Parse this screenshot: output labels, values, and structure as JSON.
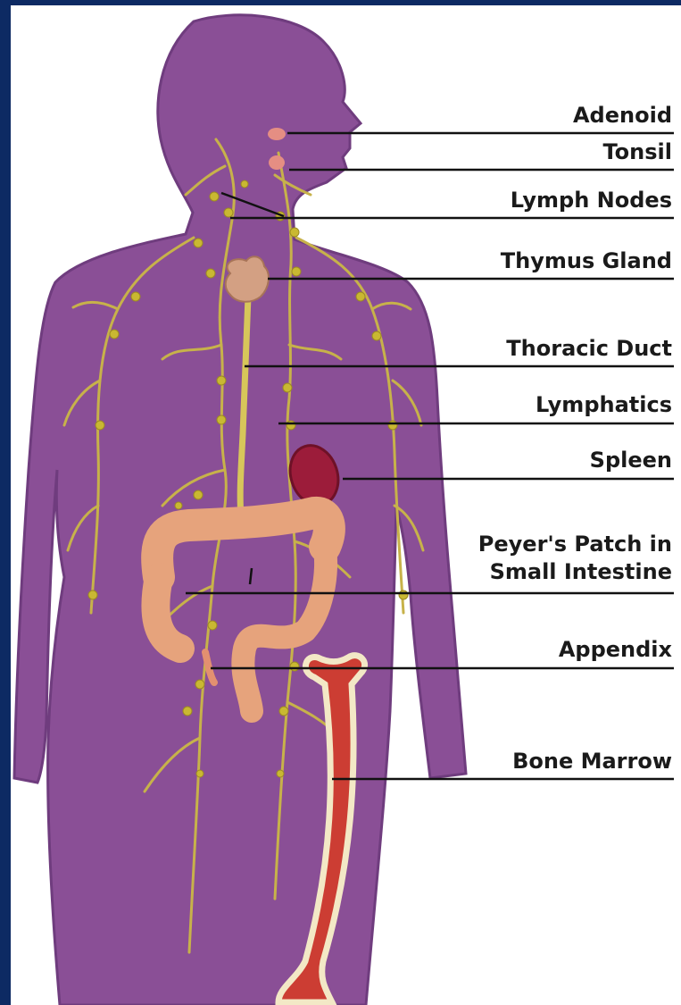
{
  "colors": {
    "frame": "#0d2a63",
    "background": "#ffffff",
    "body": "#8a4f96",
    "body_edge": "#6f3c7e",
    "lymph_vessel": "#c7b24a",
    "lymph_node": "#c9b832",
    "organ_flesh": "#e6a37c",
    "spleen": "#9c1c3a",
    "bone": "#cc3d33",
    "bone_edge": "#f3e8c6",
    "leader_line": "#111111",
    "label_text": "#1a1a1a"
  },
  "labels": {
    "adenoid": "Adenoid",
    "tonsil": "Tonsil",
    "lymph_nodes": "Lymph Nodes",
    "thymus_gland": "Thymus Gland",
    "thoracic_duct": "Thoracic Duct",
    "lymphatics": "Lymphatics",
    "spleen": "Spleen",
    "peyers_patch_line1": "Peyer's Patch in",
    "peyers_patch_line2": "Small Intestine",
    "appendix": "Appendix",
    "bone_marrow": "Bone Marrow"
  }
}
